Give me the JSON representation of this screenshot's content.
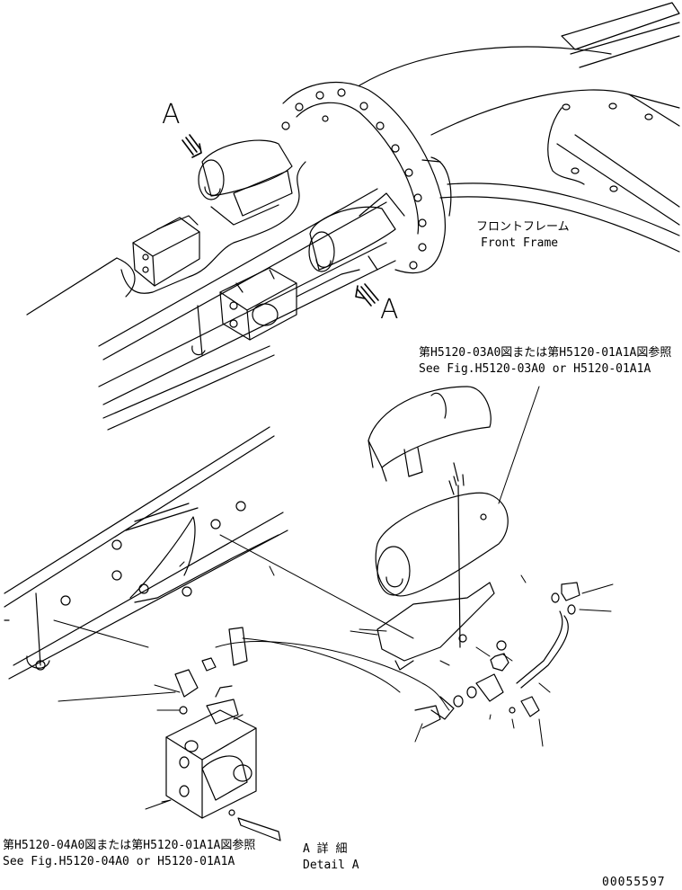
{
  "view_labels": {
    "top_left": "A",
    "top_right": "A"
  },
  "front_frame": {
    "jp": "フロントフレーム",
    "en": "Front Frame"
  },
  "ref_upper": {
    "jp": "第H5120-03A0図または第H5120-01A1A図参照",
    "en": "See Fig.H5120-03A0 or H5120-01A1A"
  },
  "ref_lower": {
    "jp": "第H5120-04A0図または第H5120-01A1A図参照",
    "en": "See Fig.H5120-04A0 or H5120-01A1A"
  },
  "detail": {
    "jp": "A 詳 細",
    "en": "Detail A"
  },
  "drawing_number": "00055597"
}
